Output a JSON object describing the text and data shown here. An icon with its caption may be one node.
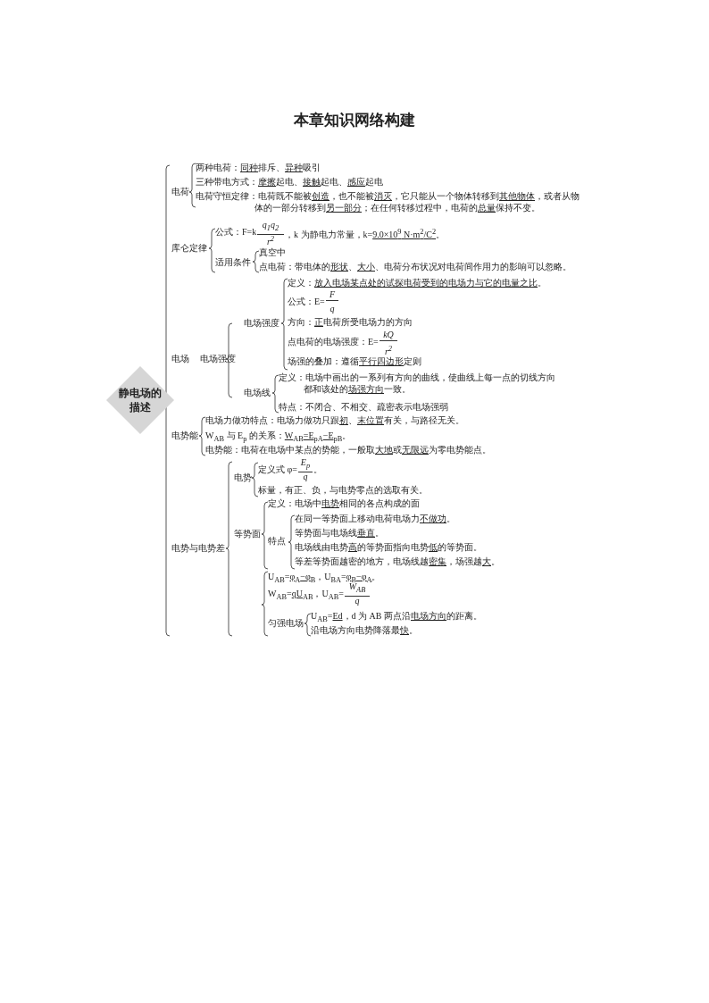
{
  "diagram": {
    "title": "本章知识网络构建",
    "nodes": [
      {
        "text": [
          "静电场的描述"
        ]
      }
    ],
    "labels": [
      "电荷",
      "两种电荷：同种排斥、异种吸引",
      "三种带电方式：摩擦起电、接触起电、感应起电",
      "电荷守恒定律：电荷既不能被创造，也不能被消灭，它只能从一个物体转移到其他物体，或者从物体的一部分转移到另一部分；在任何转移过程中，电荷的总量保持不变。",
      "库仑定律",
      "公式：F=k",
      "q$_{1}$q$_{2}$",
      "r$^{2}$",
      "，k 为静电力常量，k=9.0×10$^{9}$ N·m$^{2}$/C$^{2}$。",
      "适用条件",
      "真空中",
      "点电荷：带电体的形状、大小、电荷分布状况对电荷间作用力的影响可以忽略。",
      "电场",
      "电场强度",
      "电场强度",
      "定义：放入电场某点处的试探电荷受到的电场力与它的电量之比。",
      "公式：E=",
      "F",
      "q",
      "方向：正电荷所受电场力的方向",
      "点电荷的电场强度：E=",
      "kQ",
      "r$^{2}$",
      "场强的叠加：遵循平行四边形定则",
      "电场线",
      "定义：电场中画出的一系列有方向的曲线，使曲线上每一点的切线方向都和该处的场强方向一致。",
      "特点：不闭合、不相交、疏密表示电场强弱",
      "电势能",
      "电场力做功特点：电场力做功只跟初、末位置有关，与路径无关。",
      "W$_{AB}$ 与 E$_{p}$ 的关系：W$_{AB}$=E$_{pA}$−E$_{pB}$。",
      "电势能：电荷在电场中某点的势能，一般取大地或无限远为零电势能点。",
      "电势与电势差",
      "电势",
      "定义式 φ=",
      "E$_{p}$",
      "q",
      "。",
      "标量，有正、负，与电势零点的选取有关。",
      "等势面",
      "定义：电场中电势相同的各点构成的面",
      "特点",
      "在同一等势面上移动电荷电场力不做功。",
      "等势面与电场线垂直。",
      "电场线由电势高的等势面指向电势低的等势面。",
      "等差等势面越密的地方，电场线越密集，场强越大。",
      "U$_{AB}$=φ$_{A}$−φ$_{B}$，U$_{BA}$=φ$_{B}$−φ$_{A}$。",
      "W$_{AB}$=qU$_{AB}$，U$_{AB}$=",
      "W$_{AB}$",
      "q",
      "匀强电场",
      "U$_{AB}$=Ed，d 为 AB 两点沿电场方向的距离。",
      "沿电场方向电势降落最快。"
    ]
  }
}
